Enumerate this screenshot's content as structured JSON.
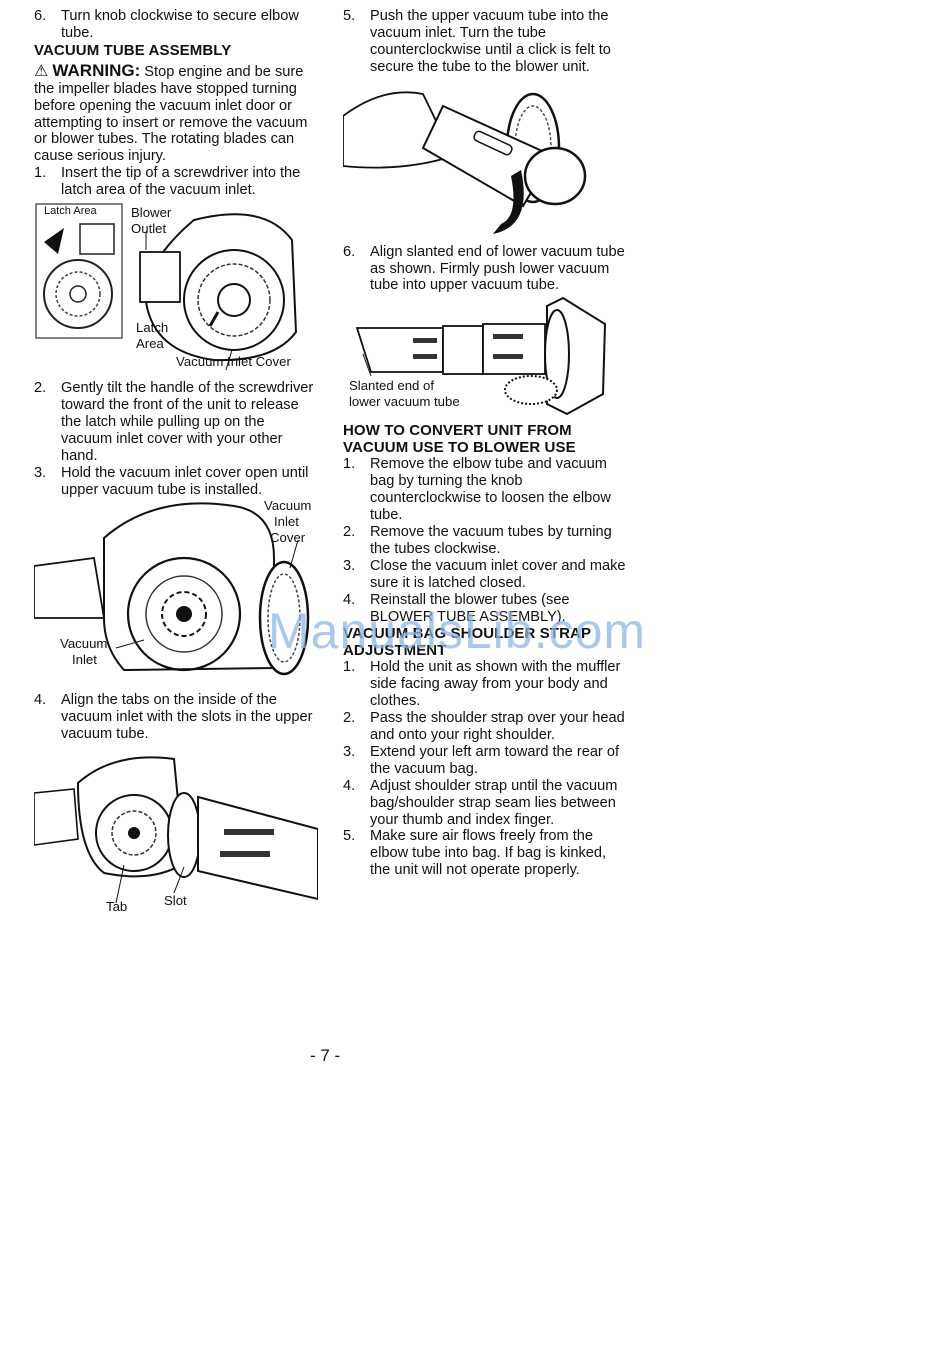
{
  "left": {
    "step6": {
      "num": "6.",
      "text": "Turn knob clockwise to secure elbow tube."
    },
    "heading": "VACUUM TUBE ASSEMBLY",
    "warning_label": "WARNING:",
    "warning_text": "Stop engine and be sure the impeller blades have stopped turning before opening the vacuum inlet door or attempting to insert or remove the vacuum or blower tubes. The rotating blades can cause serious injury.",
    "step1": {
      "num": "1.",
      "text": "Insert the tip of a screwdriver into the latch area of the vacuum inlet."
    },
    "fig1": {
      "inset_label": "Latch Area",
      "blower": "Blower",
      "outlet": "Outlet",
      "latch": "Latch",
      "area": "Area",
      "cover": "Vacuum Inlet Cover"
    },
    "step2": {
      "num": "2.",
      "text": "Gently tilt the handle of the screwdriver toward the front of the unit to release the latch while pulling up on the vacuum inlet cover with your other hand."
    },
    "step3": {
      "num": "3.",
      "text": "Hold the vacuum inlet cover open until upper vacuum tube is installed."
    },
    "fig2": {
      "vacuum": "Vacuum",
      "inlet": "Inlet",
      "cover": "Cover",
      "vacuum_b": "Vacuum",
      "inlet_b": "Inlet"
    },
    "step4": {
      "num": "4.",
      "text": "Align the tabs on the inside of the vacuum inlet with the slots in the upper vacuum tube."
    },
    "fig3": {
      "tab": "Tab",
      "slot": "Slot"
    }
  },
  "right": {
    "step5": {
      "num": "5.",
      "text": "Push the upper vacuum tube into the vacuum inlet. Turn the tube counterclockwise until a click is felt to secure the tube to the blower unit."
    },
    "step6": {
      "num": "6.",
      "text": "Align slanted end of lower vacuum tube as shown. Firmly push lower vacuum tube into upper vacuum tube."
    },
    "fig5": {
      "line1": "Slanted end of",
      "line2": "lower vacuum tube"
    },
    "heading2": "HOW TO CONVERT UNIT FROM VACUUM USE TO BLOWER USE",
    "conv": [
      {
        "num": "1.",
        "text": "Remove the elbow tube and vacuum bag by turning the knob counterclockwise to loosen the elbow tube."
      },
      {
        "num": "2.",
        "text": "Remove the vacuum tubes by turning the tubes clockwise."
      },
      {
        "num": "3.",
        "text": "Close the vacuum inlet cover and make sure it is latched closed."
      },
      {
        "num": "4.",
        "text": "Reinstall the blower tubes (see BLOWER TUBE ASSEMBLY)."
      }
    ],
    "heading3": "VACUUM BAG SHOULDER STRAP ADJUSTMENT",
    "strap": [
      {
        "num": "1.",
        "text": "Hold the unit as shown with the muffler side facing away from your body and clothes."
      },
      {
        "num": "2.",
        "text": "Pass the shoulder strap over your head and onto your right shoulder."
      },
      {
        "num": "3.",
        "text": "Extend your left arm toward the rear of the vacuum bag."
      },
      {
        "num": "4.",
        "text": "Adjust shoulder strap until the vacuum bag/shoulder strap seam lies between your thumb and index finger."
      },
      {
        "num": "5.",
        "text": "Make sure air flows freely from the elbow tube into bag. If bag is kinked, the unit will not operate properly."
      }
    ]
  },
  "page_number": "- 7 -",
  "watermark": "ManualsLib.com"
}
